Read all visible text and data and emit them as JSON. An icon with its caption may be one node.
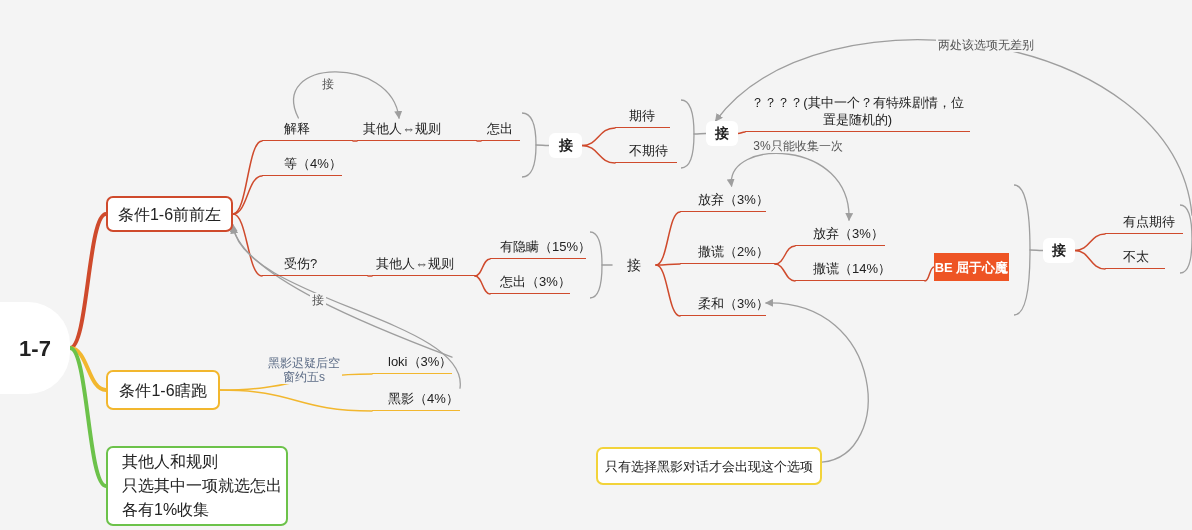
{
  "diagram": {
    "nodes": [
      {
        "text": [
          "1-7"
        ]
      },
      {
        "text": [
          "条件1-6前前左"
        ]
      },
      {
        "text": [
          "条件1-6瞎跑"
        ]
      },
      {
        "text": [
          "其他人和规则",
          "只选其中一项就选怎出",
          "各有1%收集"
        ]
      },
      {
        "text": [
          "解释"
        ]
      },
      {
        "text": [
          "其他人⇔规则"
        ]
      },
      {
        "text": [
          "怎出"
        ]
      },
      {
        "text": [
          "等（4%）"
        ]
      },
      {
        "text": [
          "受伤?"
        ]
      },
      {
        "text": [
          "其他人⇔规则"
        ]
      },
      {
        "text": [
          "有隐瞒（15%）"
        ]
      },
      {
        "text": [
          "怎出（3%）"
        ]
      },
      {
        "text": [
          "接"
        ]
      },
      {
        "text": [
          "期待"
        ]
      },
      {
        "text": [
          "不期待"
        ]
      },
      {
        "text": [
          "接"
        ]
      },
      {
        "text": [
          "？？？？(其中一个？有特殊剧情，位置是随机的)"
        ]
      },
      {
        "text": [
          "接"
        ]
      },
      {
        "text": [
          "放弃（3%）"
        ]
      },
      {
        "text": [
          "撒谎（2%）"
        ]
      },
      {
        "text": [
          "柔和（3%）"
        ]
      },
      {
        "text": [
          "放弃（3%）"
        ]
      },
      {
        "text": [
          "撒谎（14%）"
        ]
      },
      {
        "text": [
          "BE 屈于心魔"
        ]
      },
      {
        "text": [
          "接"
        ]
      },
      {
        "text": [
          "有点期待"
        ]
      },
      {
        "text": [
          "不太"
        ]
      },
      {
        "text": [
          "loki（3%）"
        ]
      },
      {
        "text": [
          "黑影（4%）"
        ]
      },
      {
        "text": [
          "只有选择黑影对话才会出现这个选项"
        ]
      },
      {
        "text": [],
        "shape": "bracket"
      },
      {
        "text": [],
        "shape": "bracket"
      },
      {
        "text": [],
        "shape": "bracket"
      },
      {
        "text": [],
        "shape": "bracket"
      },
      {
        "text": [],
        "shape": "bracket"
      }
    ],
    "edges": [
      {
        "from": 0,
        "to": 1,
        "arrow": "none",
        "style": "thick"
      },
      {
        "from": 0,
        "to": 2,
        "arrow": "none",
        "style": "thick",
        "color": "#f2b72e"
      },
      {
        "from": 0,
        "to": 3,
        "arrow": "none",
        "style": "thick",
        "color": "#6cc24a"
      },
      {
        "from": 1,
        "to": 4,
        "arrow": "none"
      },
      {
        "from": 4,
        "to": 5,
        "arrow": "none"
      },
      {
        "from": 5,
        "to": 6,
        "arrow": "none"
      },
      {
        "from": 1,
        "to": 7,
        "arrow": "none"
      },
      {
        "from": 1,
        "to": 8,
        "arrow": "none"
      },
      {
        "from": 8,
        "to": 9,
        "arrow": "none"
      },
      {
        "from": 9,
        "to": 10,
        "arrow": "none"
      },
      {
        "from": 9,
        "to": 11,
        "arrow": "none"
      },
      {
        "from": 30,
        "to": 12,
        "arrow": "none",
        "color": "#9e9e9e"
      },
      {
        "from": 12,
        "to": 13,
        "arrow": "none"
      },
      {
        "from": 12,
        "to": 14,
        "arrow": "none"
      },
      {
        "from": 32,
        "to": 15,
        "arrow": "none",
        "color": "#9e9e9e"
      },
      {
        "from": 15,
        "to": 16,
        "arrow": "none"
      },
      {
        "from": 31,
        "to": 17,
        "arrow": "none",
        "color": "#9e9e9e"
      },
      {
        "from": 17,
        "to": 18,
        "arrow": "none"
      },
      {
        "from": 17,
        "to": 19,
        "arrow": "none"
      },
      {
        "from": 17,
        "to": 20,
        "arrow": "none"
      },
      {
        "from": 19,
        "to": 21,
        "arrow": "none"
      },
      {
        "from": 19,
        "to": 22,
        "arrow": "none"
      },
      {
        "from": 22,
        "to": 23,
        "arrow": "none"
      },
      {
        "from": 33,
        "to": 24,
        "arrow": "none",
        "color": "#9e9e9e"
      },
      {
        "from": 24,
        "to": 25,
        "arrow": "none"
      },
      {
        "from": 24,
        "to": 26,
        "arrow": "none"
      },
      {
        "from": 2,
        "to": 27,
        "arrow": "none",
        "color": "#f2b72e",
        "label": "黑影迟疑后空窗约五s"
      },
      {
        "from": 2,
        "to": 28,
        "arrow": "none",
        "color": "#f2b72e"
      },
      {
        "from": 4,
        "to": 5,
        "arrow": "to",
        "color": "#9e9e9e",
        "label": "接"
      },
      {
        "from": 34,
        "to": 15,
        "arrow": "to",
        "color": "#9e9e9e",
        "label": "两处该选项无差别"
      },
      {
        "from": 18,
        "to": 21,
        "arrow": "both",
        "color": "#9e9e9e",
        "label": "3%只能收集一次"
      },
      {
        "from": 29,
        "to": 20,
        "arrow": "to",
        "color": "#9e9e9e"
      },
      {
        "from": 27,
        "to": 1,
        "arrow": "to",
        "color": "#9e9e9e",
        "label": "接"
      },
      {
        "from": 28,
        "to": 1,
        "arrow": "to",
        "color": "#9e9e9e"
      }
    ]
  }
}
